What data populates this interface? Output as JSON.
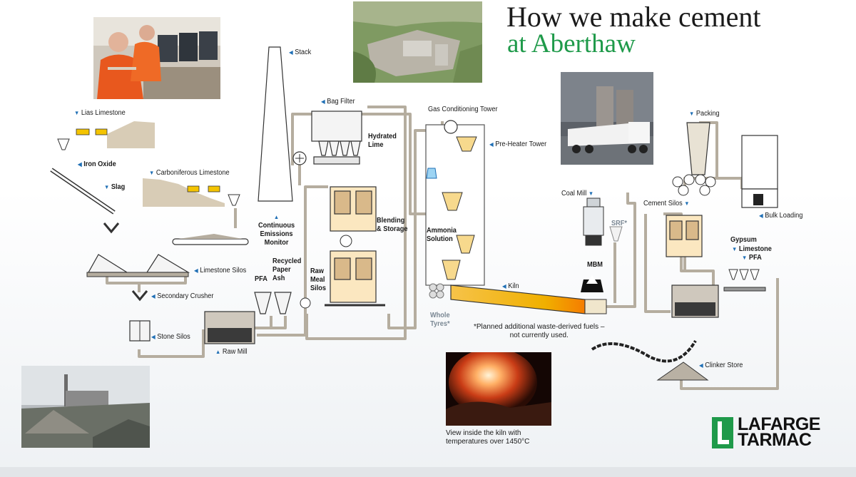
{
  "title": {
    "line1": "How we make cement",
    "line2": "at Aberthaw"
  },
  "labels": {
    "stack": "Stack",
    "bag_filter": "Bag Filter",
    "gas_conditioning_tower": "Gas Conditioning Tower",
    "pre_heater_tower": "Pre-Heater Tower",
    "hydrated_lime": "Hydrated\nLime",
    "lias_limestone": "Lias Limestone",
    "iron_oxide": "Iron Oxide",
    "slag": "Slag",
    "carboniferous_limestone": "Carboniferous Limestone",
    "continuous_emissions_monitor": "Continuous\nEmissions\nMonitor",
    "blending_storage": "Blending\n& Storage",
    "ammonia_solution": "Ammonia\nSolution",
    "limestone_silos": "Limestone Silos",
    "recycled_paper_ash": "Recycled\nPaper\nAsh",
    "pfa_raw": "PFA",
    "raw_meal_silos": "Raw\nMeal\nSilos",
    "secondary_crusher": "Secondary Crusher",
    "stone_silos": "Stone Silos",
    "raw_mill": "Raw Mill",
    "whole_tyres": "Whole\nTyres*",
    "kiln": "Kiln",
    "coal_mill": "Coal Mill",
    "srf": "SRF*",
    "mbm": "MBM",
    "packing": "Packing",
    "bulk_loading": "Bulk Loading",
    "cement_silos": "Cement Silos",
    "gypsum": "Gypsum",
    "limestone_add": "Limestone",
    "pfa_add": "PFA",
    "clinker_store": "Clinker Store"
  },
  "notes": {
    "planned_fuels": "*Planned additional waste-derived fuels –\nnot currently used.",
    "kiln_view": "View inside the kiln with\ntemperatures over 1450°C"
  },
  "logo": {
    "line1": "LAFARGE",
    "line2": "TARMAC"
  },
  "colors": {
    "title_green": "#1f9a4a",
    "label_arrow": "#1f6fb5",
    "pipe": "#b9b1a4",
    "kiln_glow": "#f0b000",
    "logo_green": "#1f9a4a"
  }
}
